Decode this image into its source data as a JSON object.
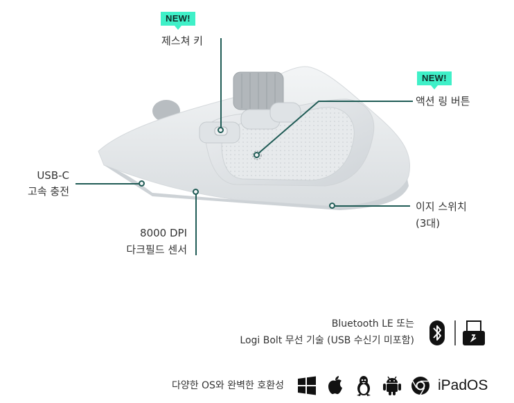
{
  "callouts": {
    "gesture": {
      "badge": "NEW!",
      "label": "제스쳐 키"
    },
    "action_ring": {
      "badge": "NEW!",
      "label": "액션 링 버튼"
    },
    "usbc": {
      "line1": "USB-C",
      "line2": "고속 충전"
    },
    "sensor": {
      "line1": "8000 DPI",
      "line2": "다크필드 센서"
    },
    "easy_switch": {
      "line1": "이지 스위치",
      "line2": "(3대)"
    }
  },
  "connectivity": {
    "line1": "Bluetooth LE 또는",
    "line2": "Logi Bolt 무선 기술 (USB 수신기 미포함)",
    "icons": [
      "bluetooth-icon",
      "logi-bolt-receiver-icon"
    ]
  },
  "compatibility": {
    "label": "다양한 OS와 완벽한 호환성",
    "icons": [
      "windows-icon",
      "apple-icon",
      "linux-icon",
      "android-icon",
      "chrome-icon"
    ],
    "ipados": "iPadOS"
  },
  "colors": {
    "accent": "#3ff0c8",
    "line": "#1f5b55",
    "mouse": "#e9ecee"
  }
}
